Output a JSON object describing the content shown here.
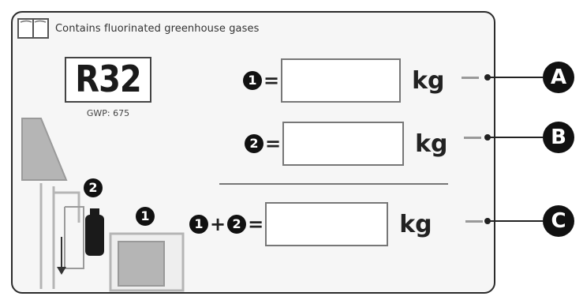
{
  "header": {
    "text": "Contains fluorinated greenhouse gases",
    "icon": "book-icon"
  },
  "refrigerant": {
    "name": "R32",
    "gwp": "GWP: 675"
  },
  "markers": {
    "one": "1",
    "two": "2"
  },
  "rows": [
    {
      "id": "factory-charge",
      "unit": "kg",
      "callout": "A"
    },
    {
      "id": "additional-charge",
      "unit": "kg",
      "callout": "B"
    },
    {
      "id": "total-charge",
      "operator_plus": "+",
      "unit": "kg",
      "callout": "C"
    }
  ],
  "operators": {
    "equals": "=",
    "plus": "+"
  },
  "colors": {
    "badge": "#111111",
    "panel": "#f6f6f6",
    "illustration_gray": "#b5b5b5"
  }
}
